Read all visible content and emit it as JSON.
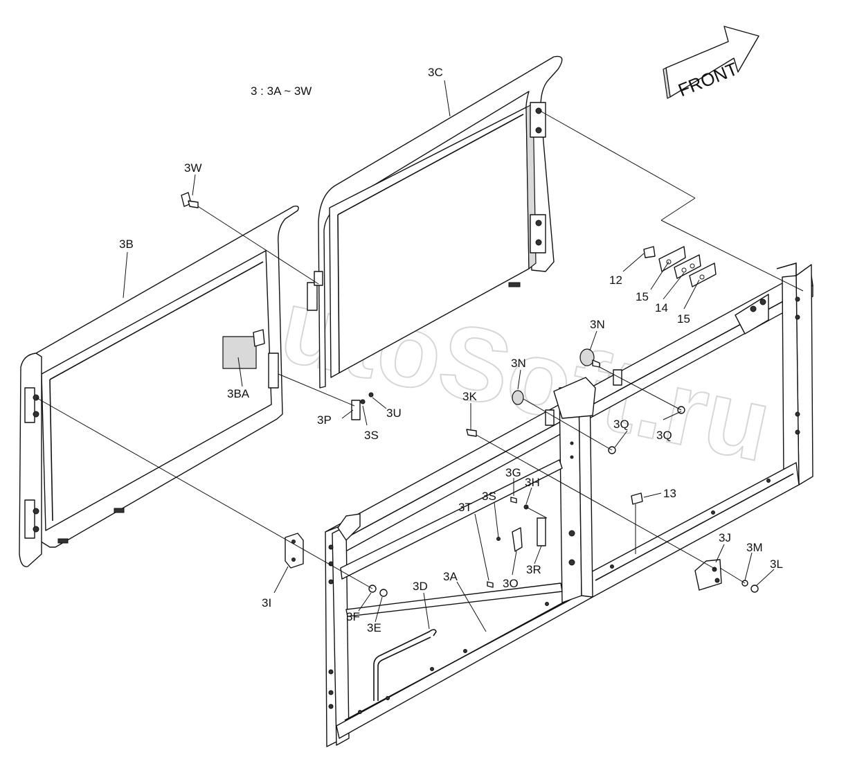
{
  "header_note": "3 : 3A ~ 3W",
  "direction_label": "FRONT",
  "watermark": "AutoSoft.ru",
  "parts": [
    {
      "id": "3C",
      "label": "3C"
    },
    {
      "id": "3W",
      "label": "3W"
    },
    {
      "id": "3B",
      "label": "3B"
    },
    {
      "id": "3BA",
      "label": "3BA"
    },
    {
      "id": "3P",
      "label": "3P"
    },
    {
      "id": "3S_upper",
      "label": "3S"
    },
    {
      "id": "3U",
      "label": "3U"
    },
    {
      "id": "3N_upper",
      "label": "3N"
    },
    {
      "id": "3N_lower",
      "label": "3N"
    },
    {
      "id": "3K",
      "label": "3K"
    },
    {
      "id": "3Q_right",
      "label": "3Q"
    },
    {
      "id": "3Q_mid",
      "label": "3Q"
    },
    {
      "id": "12",
      "label": "12"
    },
    {
      "id": "15_a",
      "label": "15"
    },
    {
      "id": "14",
      "label": "14"
    },
    {
      "id": "15_b",
      "label": "15"
    },
    {
      "id": "3G",
      "label": "3G"
    },
    {
      "id": "3H",
      "label": "3H"
    },
    {
      "id": "3S_lower",
      "label": "3S"
    },
    {
      "id": "3T",
      "label": "3T"
    },
    {
      "id": "13",
      "label": "13"
    },
    {
      "id": "3J",
      "label": "3J"
    },
    {
      "id": "3M",
      "label": "3M"
    },
    {
      "id": "3L",
      "label": "3L"
    },
    {
      "id": "3R",
      "label": "3R"
    },
    {
      "id": "3O",
      "label": "3O"
    },
    {
      "id": "3D",
      "label": "3D"
    },
    {
      "id": "3A",
      "label": "3A"
    },
    {
      "id": "3I",
      "label": "3I"
    },
    {
      "id": "3F",
      "label": "3F"
    },
    {
      "id": "3E",
      "label": "3E"
    }
  ]
}
